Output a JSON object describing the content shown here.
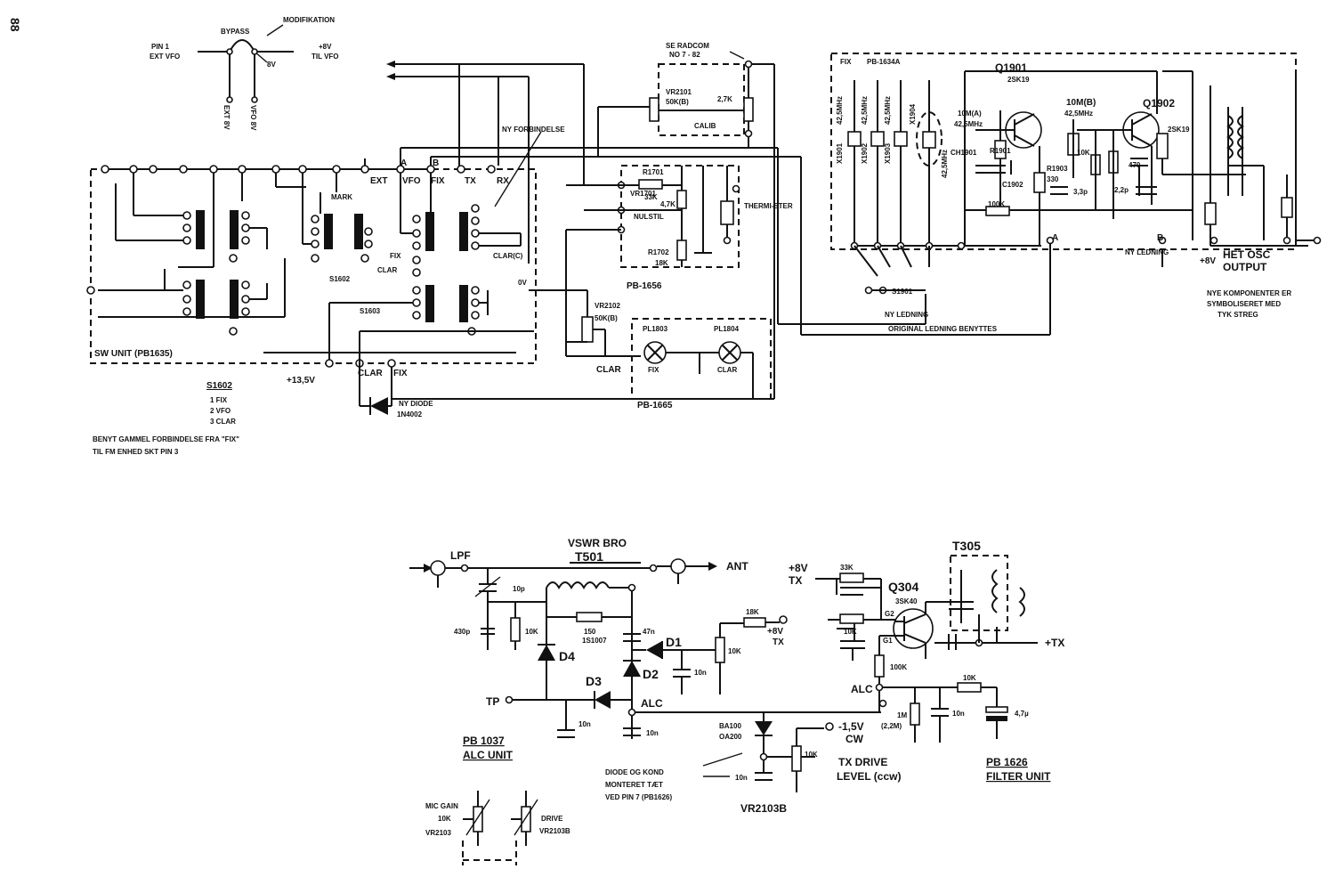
{
  "page": {
    "number": "88"
  },
  "top": {
    "bypass": "BYPASS",
    "modifikation": "MODIFIKATION",
    "pin1": "PIN 1",
    "ext_vfo": "EXT VFO",
    "plus8v": "+8V",
    "til_vfo": "TIL VFO",
    "bypass_8v": "8V",
    "ext_8v": "EXT 8V",
    "vfo_8v": "VFO 8V",
    "se_radcom": "SE RADCOM",
    "radcom_no": "NO 7 - 82",
    "vr2101": "VR2101",
    "vr2101_val": "50K(B)",
    "r_2k7": "2,7K",
    "calib": "CALIB",
    "ny_forbindelse": "NY FORBINDELSE",
    "label_a": "A",
    "label_b": "B",
    "ext": "EXT",
    "vfo": "VFO",
    "fix": "FIX",
    "tx": "TX",
    "rx": "RX",
    "mark": "MARK",
    "s1602": "S1602",
    "s1603": "S1603",
    "fix_small": "FIX",
    "clar_small": "CLAR",
    "clar_c": "CLAR(C)",
    "ov": "0V",
    "r1701": "R1701",
    "r1701_val": "33K",
    "vr1701": "VR1701",
    "r_4k7": "4,7K",
    "r_nulstil": "NULSTIL",
    "r1702": "R1702",
    "r1702_val": "18K",
    "thermistor": "THERMI-STER",
    "pb1656": "PB-1656",
    "vr2102": "VR2102",
    "vr2102_val": "50K(B)",
    "pl1803": "PL1803",
    "pl1804": "PL1804",
    "pl_fix": "FIX",
    "pl_clar": "CLAR",
    "clar": "CLAR",
    "pb1665": "PB-1665",
    "sw_unit": "SW UNIT (PB1635)",
    "v13_5": "+13,5V",
    "clar_bottom": "CLAR",
    "fix_bottom": "FIX",
    "ny_diode": "NY DIODE",
    "diode_type": "1N4002",
    "s1602_legend": {
      "title": "S1602",
      "items": [
        "1 FIX",
        "2 VFO",
        "3 CLAR"
      ]
    },
    "note_line1": "BENYT GAMMEL FORBINDELSE FRA \"FIX\"",
    "note_line2": "TIL FM ENHED SKT PIN 3"
  },
  "fixbox": {
    "title": "FIX",
    "pb": "PB-1634A",
    "x1": "X1901",
    "x1_f": "42,5MHz",
    "x2": "X1902",
    "x2_f": "42,5MHz",
    "x3": "X1903",
    "x3_f": "42,5MHz",
    "x4": "X1904",
    "x4_f": "42,5MHz",
    "x_10m_a": "10M(A)",
    "x_10m_a_f": "42,5MHz",
    "q1901": "Q1901",
    "q1902": "Q1902",
    "q_type": "2SK19",
    "x_10m_b": "10M(B)",
    "x_10m_b_f": "42,5MHz",
    "ch": "CH1901",
    "r1901": "R1901",
    "c1902": "C1902",
    "r_100k": "100K",
    "r1903": "R1903",
    "r_330": "330",
    "c_33p": "3,3p",
    "c_2p": "2,2p",
    "r_10k": "10K",
    "r_470": "470",
    "label_a": "A",
    "label_b": "B",
    "v8": "+8V",
    "het_osc": "HET OSC",
    "output": "OUTPUT",
    "ny_leding": "NY LEDNING",
    "s1901": "S1901",
    "ny_ledning": "NY LEDNING",
    "original": "ORIGINAL LEDNING BENYTTES",
    "nye1": "NYE KOMPONENTER ER",
    "nye2": "SYMBOLISERET MED",
    "nye3": "TYK STREG"
  },
  "bottom": {
    "lpf": "LPF",
    "vswr": "VSWR BRO",
    "t501": "T501",
    "ant": "ANT",
    "c10p": "10p",
    "c430p": "430p",
    "r10k_a": "10K",
    "r150": "150",
    "c47n": "47n",
    "d4": "D4",
    "d4_type": "1S1007",
    "d1": "D1",
    "d2": "D2",
    "d3": "D3",
    "r18k": "18K",
    "v8tx": "+8V",
    "tx": "TX",
    "r10k_b": "10K",
    "c10n_a": "10n",
    "tp": "TP",
    "alc": "ALC",
    "c10n_b": "10n",
    "c10n_c": "10n",
    "pb1037": "PB 1037",
    "alc_unit": "ALC UNIT",
    "ba100": "BA100",
    "oa200": "OA200",
    "diode1": "DIODE OG KOND",
    "diode2": "MONTERET TÆT",
    "diode3": "VED PIN 7 (PB1626)",
    "c10n_d": "10n",
    "vr2103b": "VR2103B",
    "r10k_c": "10K",
    "m15v": "-1,5V",
    "cw": "CW",
    "txdrive": "TX DRIVE",
    "level": "LEVEL (ccw)",
    "v8_2": "+8V",
    "tx_2": "TX",
    "r33k": "33K",
    "q304": "Q304",
    "q304_type": "3SK40",
    "g2": "G2",
    "g1": "G1",
    "r10k_d": "10K",
    "r100k": "100K",
    "t305": "T305",
    "plus_tx": "+TX",
    "alc_2": "ALC",
    "r1m": "1M",
    "r2m": "(2,2M)",
    "c10n_e": "10n",
    "r10k_e": "10K",
    "c47u": "4,7µ",
    "pb1626": "PB 1626",
    "filter_unit": "FILTER UNIT",
    "mic_gain": "MIC GAIN",
    "r10k_f": "10K",
    "vr2103": "VR2103",
    "drive": "DRIVE",
    "vr2103b_2": "VR2103B"
  }
}
